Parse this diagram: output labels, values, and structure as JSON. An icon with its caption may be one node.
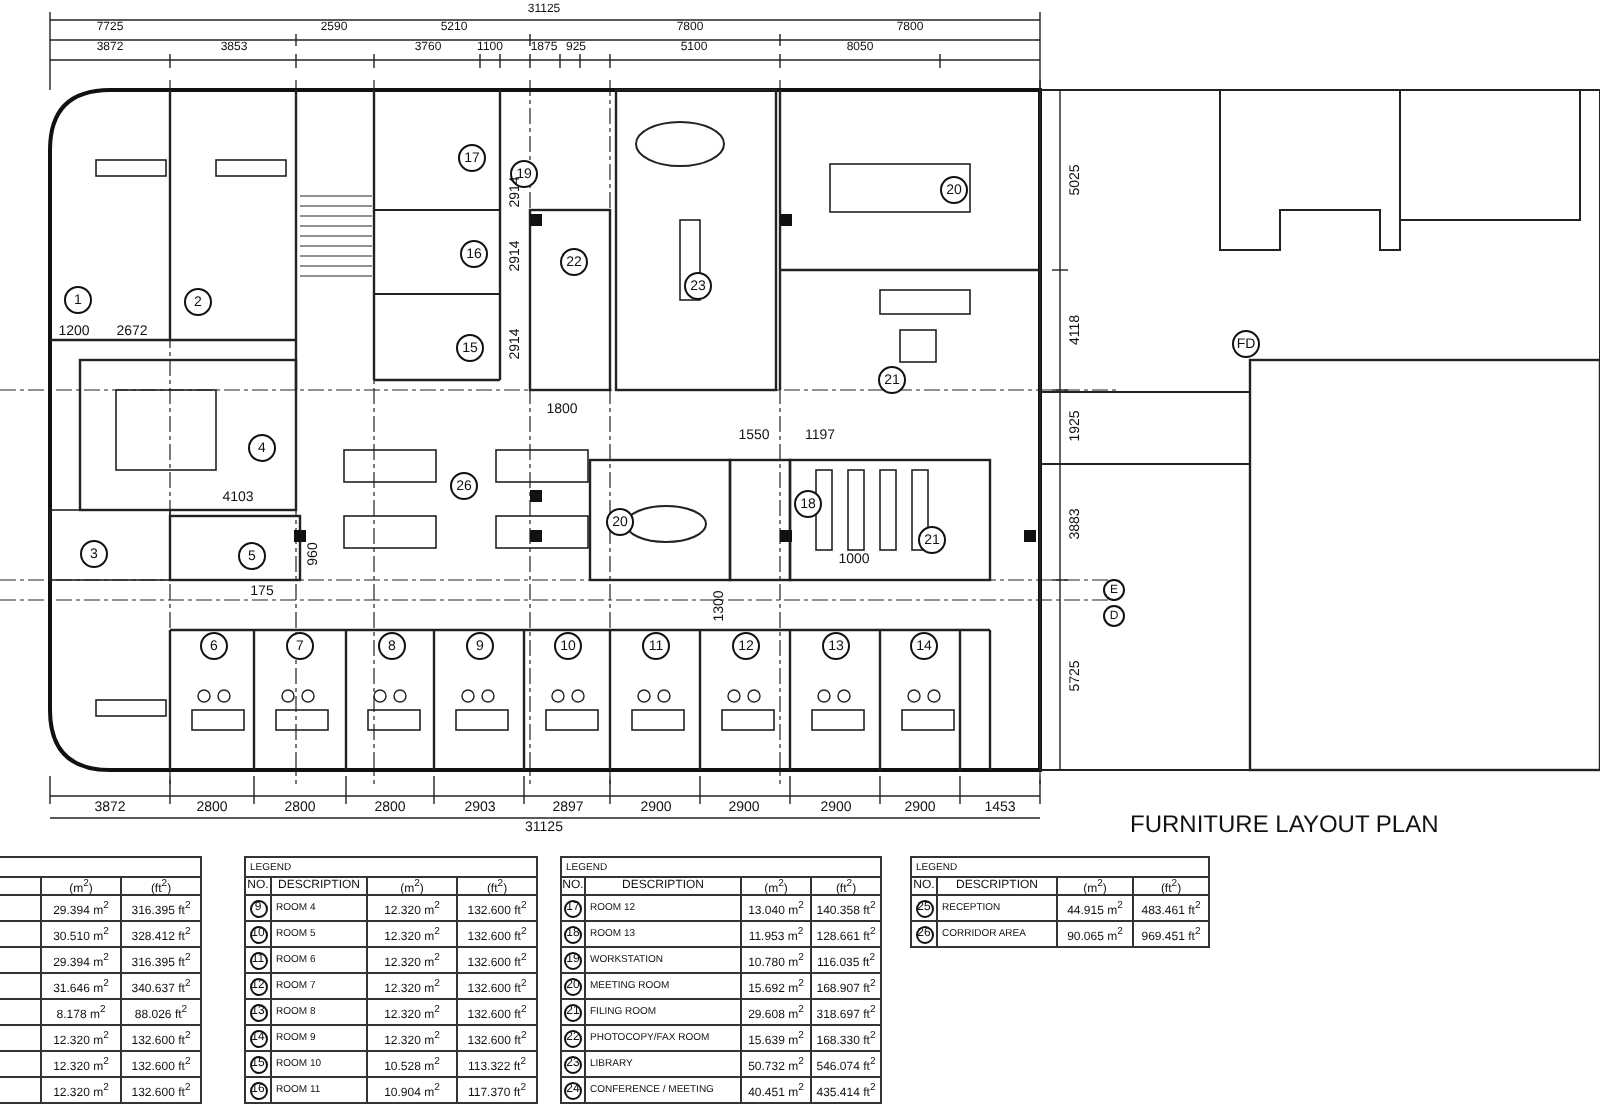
{
  "diagram": {
    "title": "FURNITURE LAYOUT PLAN",
    "labels": [
      "31125",
      "7725",
      "2590",
      "5210",
      "7800",
      "7800",
      "3872",
      "3853",
      "3760",
      "1100",
      "1875",
      "925",
      "5100",
      "8050",
      "17",
      "19",
      "2914",
      "20",
      "5025",
      "16",
      "2914",
      "22",
      "23",
      "1",
      "2",
      "4118",
      "1200",
      "2672",
      "FD",
      "15",
      "2914",
      "21",
      "1800",
      "1925",
      "1550",
      "1197",
      "4",
      "26",
      "4103",
      "18",
      "20",
      "3883",
      "21",
      "3",
      "5",
      "960",
      "1000",
      "175",
      "1300",
      "E",
      "D",
      "6",
      "7",
      "8",
      "9",
      "10",
      "11",
      "12",
      "13",
      "14",
      "5725",
      "3872",
      "2800",
      "2800",
      "2800",
      "2903",
      "2897",
      "2900",
      "2900",
      "2900",
      "2900",
      "1453",
      "31125",
      "(m$^{2}$)",
      "(ft$^{2}$)",
      "29.394 m$^{2}$",
      "316.395 ft$^{2}$",
      "30.510 m$^{2}$",
      "328.412 ft$^{2}$",
      "29.394 m$^{2}$",
      "316.395 ft$^{2}$",
      "31.646 m$^{2}$",
      "340.637 ft$^{2}$",
      "8.178 m$^{2}$",
      "88.026 ft$^{2}$",
      "12.320 m$^{2}$",
      "132.600 ft$^{2}$",
      "12.320 m$^{2}$",
      "132.600 ft$^{2}$",
      "12.320 m$^{2}$",
      "132.600 ft$^{2}$",
      "LEGEND",
      "NO.",
      "DESCRIPTION",
      "(m$^{2}$)",
      "(ft$^{2}$)",
      "9",
      "ROOM 4",
      "12.320 m$^{2}$",
      "132.600 ft$^{2}$",
      "10",
      "ROOM 5",
      "12.320 m$^{2}$",
      "132.600 ft$^{2}$",
      "11",
      "ROOM 6",
      "12.320 m$^{2}$",
      "132.600 ft$^{2}$",
      "12",
      "ROOM 7",
      "12.320 m$^{2}$",
      "132.600 ft$^{2}$",
      "13",
      "ROOM 8",
      "12.320 m$^{2}$",
      "132.600 ft$^{2}$",
      "14",
      "ROOM 9",
      "12.320 m$^{2}$",
      "132.600 ft$^{2}$",
      "15",
      "ROOM 10",
      "10.528 m$^{2}$",
      "113.322 ft$^{2}$",
      "16",
      "ROOM 11",
      "10.904 m$^{2}$",
      "117.370 ft$^{2}$",
      "LEGEND",
      "NO.",
      "DESCRIPTION",
      "(m$^{2}$)",
      "(ft$^{2}$)",
      "17",
      "ROOM 12",
      "13.040 m$^{2}$",
      "140.358 ft$^{2}$",
      "18",
      "ROOM 13",
      "11.953 m$^{2}$",
      "128.661 ft$^{2}$",
      "19",
      "WORKSTATION",
      "10.780 m$^{2}$",
      "116.035 ft$^{2}$",
      "20",
      "MEETING ROOM",
      "15.692 m$^{2}$",
      "168.907 ft$^{2}$",
      "21",
      "FILING ROOM",
      "29.608 m$^{2}$",
      "318.697 ft$^{2}$",
      "22",
      "PHOTOCOPY/FAX ROOM",
      "15.639 m$^{2}$",
      "168.330 ft$^{2}$",
      "23",
      "LIBRARY",
      "50.732 m$^{2}$",
      "546.074 ft$^{2}$",
      "24",
      "CONFERENCE / MEETING",
      "40.451 m$^{2}$",
      "435.414 ft$^{2}$",
      "LEGEND",
      "NO.",
      "DESCRIPTION",
      "(m$^{2}$)",
      "(ft$^{2}$)",
      "25",
      "RECEPTION",
      "44.915 m$^{2}$",
      "483.461 ft$^{2}$",
      "26",
      "CORRIDOR AREA",
      "90.065 m$^{2}$",
      "969.451 ft$^{2}$"
    ]
  }
}
